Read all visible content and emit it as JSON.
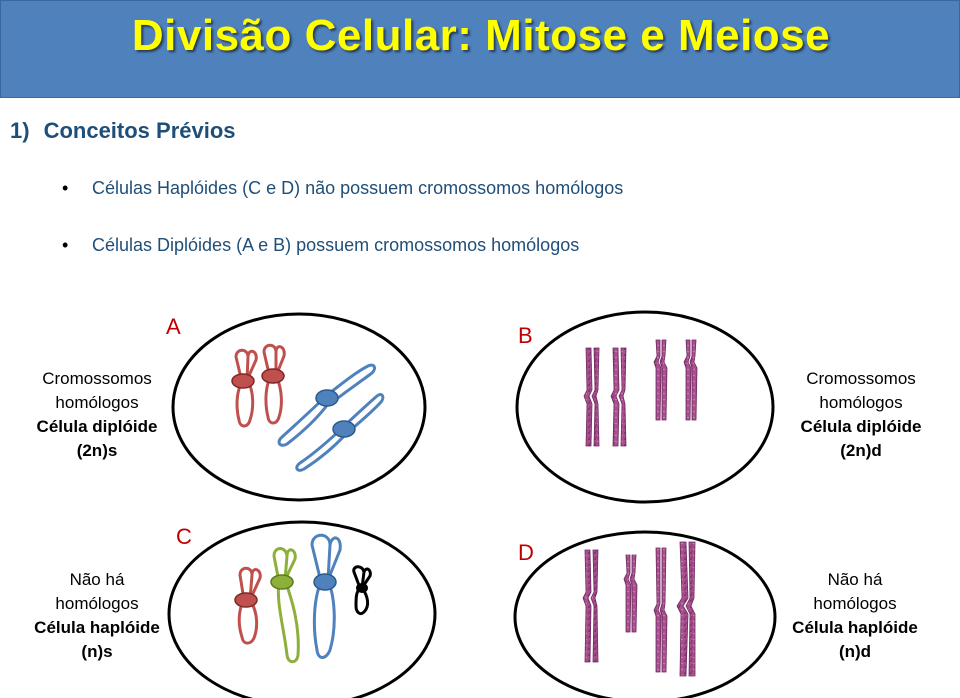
{
  "header": {
    "title": "Divisão Celular: Mitose e Meiose"
  },
  "section": {
    "number": "1)",
    "heading": "Conceitos Prévios"
  },
  "bullets": [
    "Células Haplóides (C e D) não possuem cromossomos homólogos",
    "Células Diplóides (A e B) possuem cromossomos homólogos"
  ],
  "cells": {
    "a": {
      "letter": "A",
      "caption_line1": "Cromossomos",
      "caption_line2": "homólogos",
      "caption_line3": "Célula diplóide",
      "caption_line4": "(2n)s"
    },
    "b": {
      "letter": "B",
      "caption_line1": "Cromossomos",
      "caption_line2": "homólogos",
      "caption_line3": "Célula diplóide",
      "caption_line4": "(2n)d"
    },
    "c": {
      "letter": "C",
      "caption_line1": "Não há",
      "caption_line2": "homólogos",
      "caption_line3": "Célula haplóide",
      "caption_line4": "(n)s"
    },
    "d": {
      "letter": "D",
      "caption_line1": "Não há",
      "caption_line2": "homólogos",
      "caption_line3": "Célula haplóide",
      "caption_line4": "(n)d"
    }
  },
  "colors": {
    "title_bar": "#4f81bd",
    "title_text": "#ffff00",
    "heading_text": "#1f4e79",
    "letter_label": "#c00000",
    "chromosome_red": "#c0504d",
    "chromosome_blue": "#4f81bd",
    "chromosome_green": "#8db03a",
    "chromosome_black": "#000000",
    "chromosome_magenta": "#a8508e"
  }
}
